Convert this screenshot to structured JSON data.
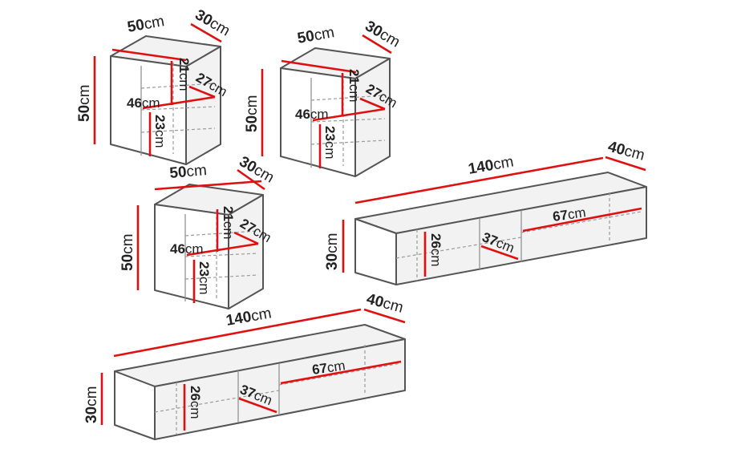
{
  "unit": "cm",
  "colors": {
    "dimension_line": "#e01010",
    "outline": "#555555",
    "text": "#222222"
  },
  "cabinet_1": {
    "width": "50",
    "depth": "30",
    "height": "50",
    "inner_height_top": "21",
    "inner_depth": "27",
    "inner_width": "46",
    "inner_height_bottom": "23"
  },
  "cabinet_2": {
    "width": "50",
    "depth": "30",
    "height": "50",
    "inner_height_top": "21",
    "inner_depth": "27",
    "inner_width": "46",
    "inner_height_bottom": "23"
  },
  "cabinet_3": {
    "width": "50",
    "depth": "30",
    "height": "50",
    "inner_height_top": "21",
    "inner_depth": "27",
    "inner_width": "46",
    "inner_height_bottom": "23"
  },
  "tv_unit_1": {
    "width": "140",
    "depth": "40",
    "height": "30",
    "inner_height": "26",
    "inner_depth": "37",
    "inner_width": "67"
  },
  "tv_unit_2": {
    "width": "140",
    "depth": "40",
    "height": "30",
    "inner_height": "26",
    "inner_depth": "37",
    "inner_width": "67"
  }
}
